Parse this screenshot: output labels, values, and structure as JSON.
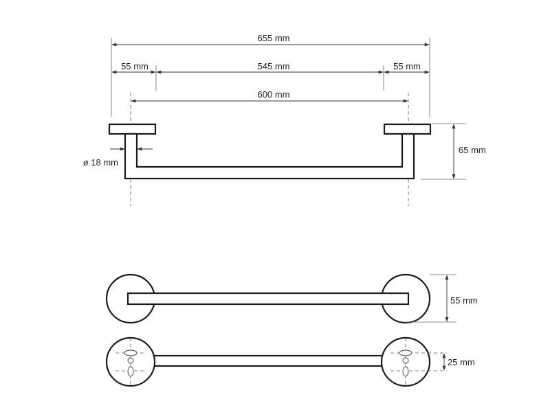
{
  "dimensions": {
    "overall_width": "655 mm",
    "left_flange": "55 mm",
    "inner_span": "545 mm",
    "right_flange": "55 mm",
    "center_distance": "600 mm",
    "projection": "65 mm",
    "bar_diameter": "ø 18 mm",
    "flange_diameter": "55 mm",
    "hole_spacing": "25 mm"
  }
}
